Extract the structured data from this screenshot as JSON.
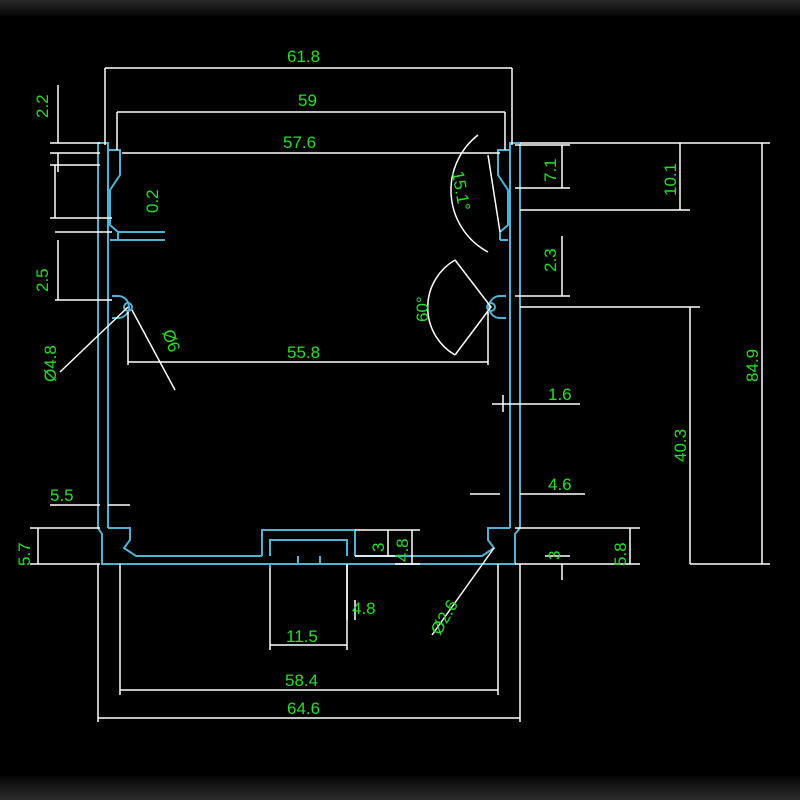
{
  "drawing": {
    "colors": {
      "background": "#000000",
      "profile": "#4fb3d6",
      "dimension_line": "#ffffff",
      "dimension_text": "#22e022"
    },
    "dimensions": {
      "d618": "61.8",
      "d59": "59",
      "d576": "57.6",
      "d22": "2.2",
      "d02": "0.2",
      "d25": "2.5",
      "d48dia": "Ø4.8",
      "d6dia": "Ø6",
      "d558": "55.8",
      "d151": "15.1°",
      "d71": "7.1",
      "d101": "10.1",
      "d23": "2.3",
      "d60": "60°",
      "d849": "84.9",
      "d16": "1.6",
      "d403": "40.3",
      "d46": "4.6",
      "d55": "5.5",
      "d57": "5.7",
      "d3a": "3",
      "d48a": "4.8",
      "d3b": "3",
      "d58": "5.8",
      "d26dia": "Ø2.6",
      "d48b": "4.8",
      "d115": "11.5",
      "d584": "58.4",
      "d646": "64.6"
    }
  }
}
